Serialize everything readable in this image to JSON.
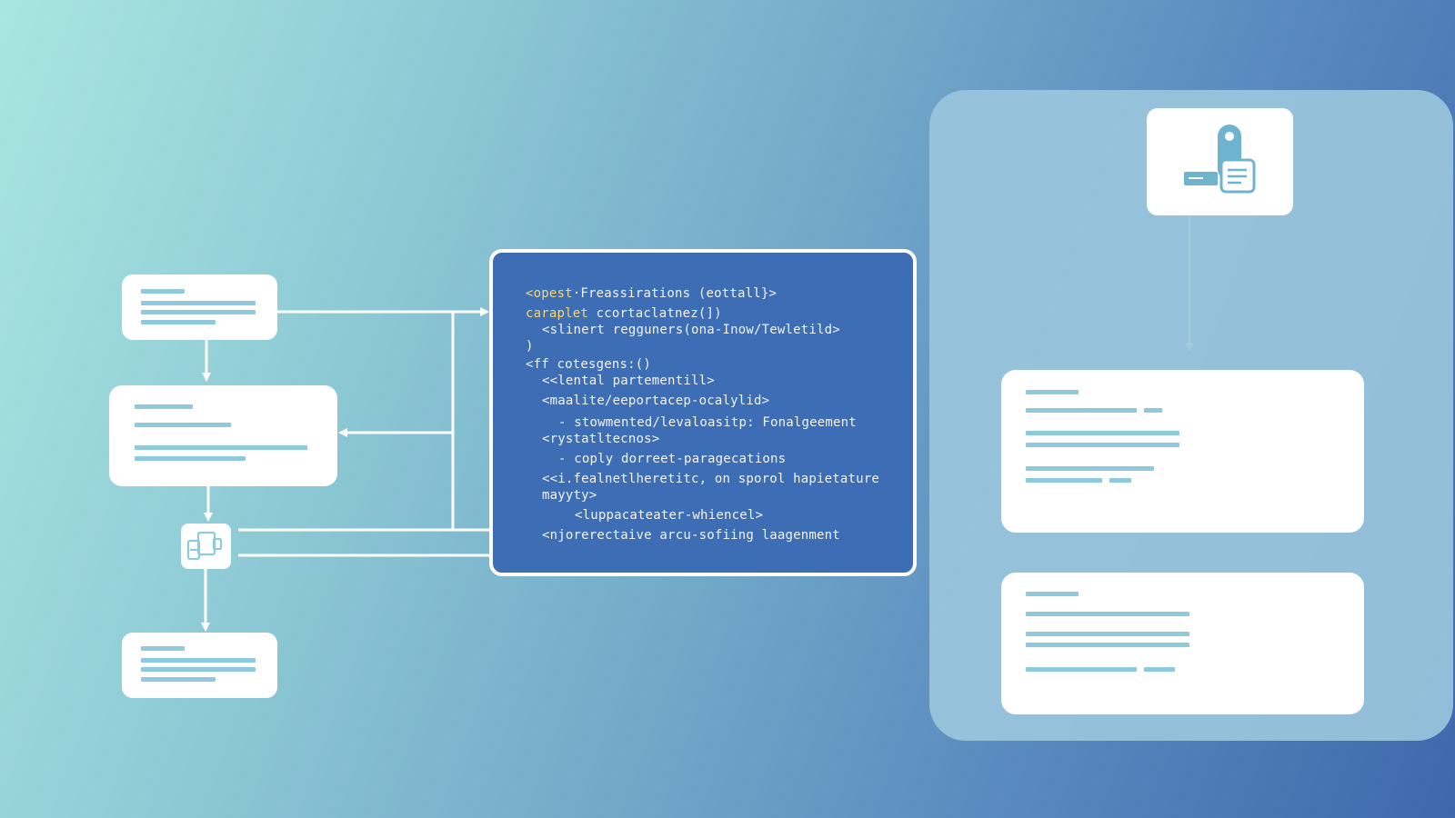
{
  "code": {
    "lines": [
      {
        "indent": 0,
        "keyword": "<opest",
        "text": "·Freassirations (eottall}>",
        "gap": 0
      },
      {
        "indent": 0,
        "keyword": "caraplet",
        "text": " ccortaclatnez(])",
        "gap": 4
      },
      {
        "indent": 1,
        "keyword": "",
        "text": "<slinert regguners(ona-Inow/Tewletild>",
        "gap": 0
      },
      {
        "indent": 0,
        "keyword": "",
        "text": ")",
        "gap": 0
      },
      {
        "indent": 0,
        "keyword": "",
        "text": "<ff cotesgens:()",
        "gap": 2
      },
      {
        "indent": 1,
        "keyword": "",
        "text": "<<lental partementill>",
        "gap": 0
      },
      {
        "indent": 1,
        "keyword": "",
        "text": "<maalite/eeportacep-ocalylid>",
        "gap": 4
      },
      {
        "indent": 2,
        "keyword": "",
        "text": "- stowmented/levaloasitp: Fonalgeement",
        "gap": 6
      },
      {
        "indent": 1,
        "keyword": "",
        "text": "<rystatltecnos>",
        "gap": 0
      },
      {
        "indent": 2,
        "keyword": "",
        "text": "- coply dorreet-paragecations",
        "gap": 4
      },
      {
        "indent": 1,
        "keyword": "",
        "text": "<<i.fealnetlheretitc, on sporol hapietature",
        "gap": 4
      },
      {
        "indent": 1,
        "keyword": "",
        "text": "mayyty>",
        "gap": 0
      },
      {
        "indent": 3,
        "keyword": "",
        "text": "<luppacateater-whiencel>",
        "gap": 4
      },
      {
        "indent": 1,
        "keyword": "",
        "text": "<njorerectaive arcu-sofiing laagenment",
        "gap": 4
      }
    ]
  },
  "icons": {
    "flow_icon": "copy-devices-icon",
    "top_right_icon": "usb-document-icon"
  },
  "colors": {
    "background_start": "#a8e6e0",
    "background_end": "#3f68ac",
    "code_panel": "#3d6db4",
    "placeholder_bar": "#8ec9de",
    "keyword": "#f0d77a"
  }
}
